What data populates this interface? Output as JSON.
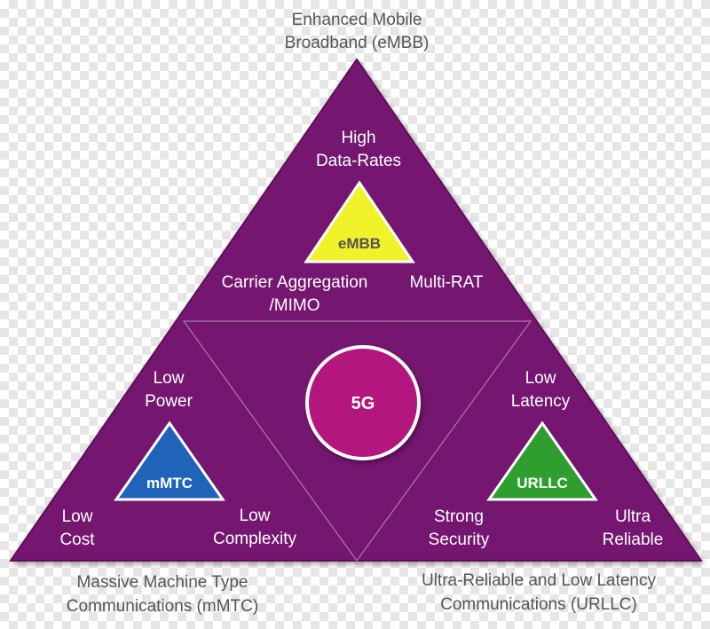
{
  "colors": {
    "triangle": "#751870",
    "triangle_edge": "#5e1159",
    "center_circle": "#b3127c",
    "embb_badge": "#f2f22a",
    "mmtc_badge": "#1f64b8",
    "urllc_badge": "#2e9e2e",
    "caption_text": "#555555",
    "feature_text": "#ffffff"
  },
  "captions": {
    "embb_line1": "Enhanced Mobile",
    "embb_line2": "Broadband (eMBB)",
    "mmtc_line1": "Massive Machine Type",
    "mmtc_line2": "Communications (mMTC)",
    "urllc_line1": "Ultra-Reliable and Low Latency",
    "urllc_line2": "Communications (URLLC)"
  },
  "center": {
    "label": "5G"
  },
  "embb": {
    "badge": "eMBB",
    "features": {
      "high_line1": "High",
      "high_line2": "Data-Rates",
      "carrier_line1": "Carrier Aggregation",
      "carrier_line2": "/MIMO",
      "multirat": "Multi-RAT"
    }
  },
  "mmtc": {
    "badge": "mMTC",
    "features": {
      "power_line1": "Low",
      "power_line2": "Power",
      "cost_line1": "Low",
      "cost_line2": "Cost",
      "complexity_line1": "Low",
      "complexity_line2": "Complexity"
    }
  },
  "urllc": {
    "badge": "URLLC",
    "features": {
      "latency_line1": "Low",
      "latency_line2": "Latency",
      "security_line1": "Strong",
      "security_line2": "Security",
      "reliable_line1": "Ultra",
      "reliable_line2": "Reliable"
    }
  }
}
